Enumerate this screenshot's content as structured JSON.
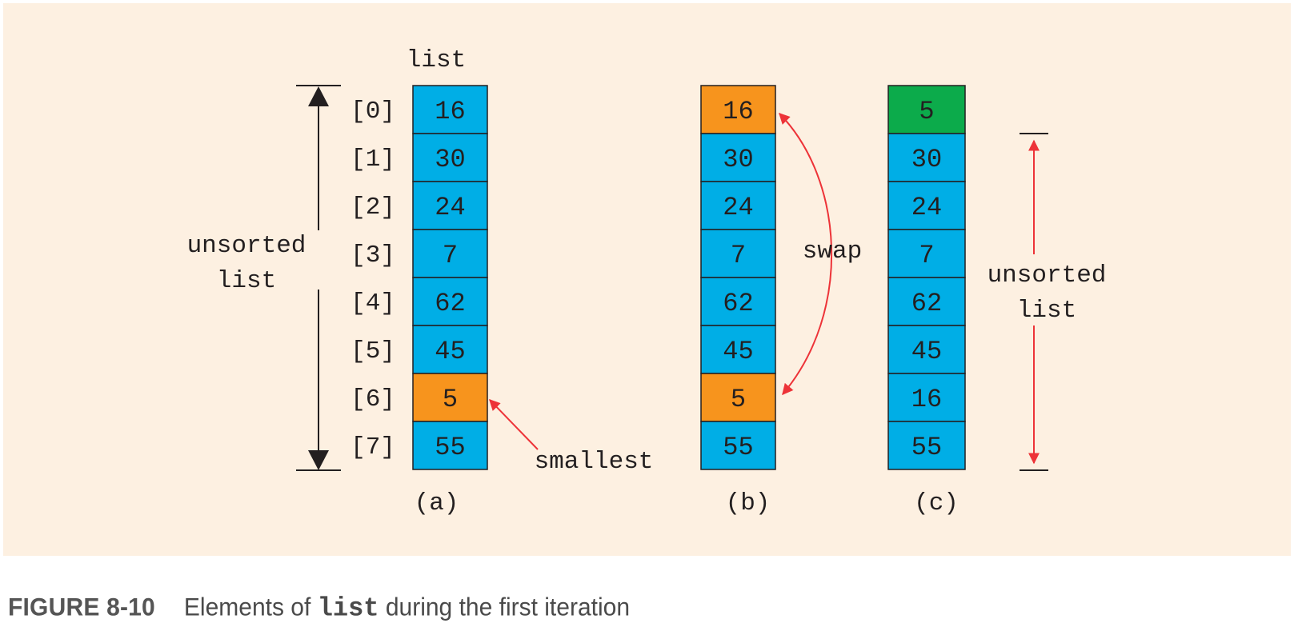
{
  "diagram": {
    "list_label": "list",
    "indices": [
      "[0]",
      "[1]",
      "[2]",
      "[3]",
      "[4]",
      "[5]",
      "[6]",
      "[7]"
    ],
    "columns": [
      {
        "id": "a",
        "label": "(a)",
        "cells": [
          {
            "value": "16",
            "color": "#00aee6"
          },
          {
            "value": "30",
            "color": "#00aee6"
          },
          {
            "value": "24",
            "color": "#00aee6"
          },
          {
            "value": "7",
            "color": "#00aee6"
          },
          {
            "value": "62",
            "color": "#00aee6"
          },
          {
            "value": "45",
            "color": "#00aee6"
          },
          {
            "value": "5",
            "color": "#f7941d"
          },
          {
            "value": "55",
            "color": "#00aee6"
          }
        ]
      },
      {
        "id": "b",
        "label": "(b)",
        "cells": [
          {
            "value": "16",
            "color": "#f7941d"
          },
          {
            "value": "30",
            "color": "#00aee6"
          },
          {
            "value": "24",
            "color": "#00aee6"
          },
          {
            "value": "7",
            "color": "#00aee6"
          },
          {
            "value": "62",
            "color": "#00aee6"
          },
          {
            "value": "45",
            "color": "#00aee6"
          },
          {
            "value": "5",
            "color": "#f7941d"
          },
          {
            "value": "55",
            "color": "#00aee6"
          }
        ]
      },
      {
        "id": "c",
        "label": "(c)",
        "cells": [
          {
            "value": "5",
            "color": "#0cab4b"
          },
          {
            "value": "30",
            "color": "#00aee6"
          },
          {
            "value": "24",
            "color": "#00aee6"
          },
          {
            "value": "7",
            "color": "#00aee6"
          },
          {
            "value": "62",
            "color": "#00aee6"
          },
          {
            "value": "45",
            "color": "#00aee6"
          },
          {
            "value": "16",
            "color": "#00aee6"
          },
          {
            "value": "55",
            "color": "#00aee6"
          }
        ]
      }
    ],
    "unsorted_left": {
      "line1": "unsorted",
      "line2": "list"
    },
    "unsorted_right": {
      "line1": "unsorted",
      "line2": "list"
    },
    "smallest_label": "smallest",
    "swap_label": "swap",
    "colors": {
      "background": "#fdf0e1",
      "blue_cell": "#00aee6",
      "orange_cell": "#f7941d",
      "green_cell": "#0cab4b",
      "red_arrow": "#ed3338",
      "black_arrow": "#231f20"
    }
  },
  "caption": {
    "figure_number": "FIGURE 8-10",
    "text_before": "Elements of",
    "code": "list",
    "text_after": "during the first iteration"
  }
}
